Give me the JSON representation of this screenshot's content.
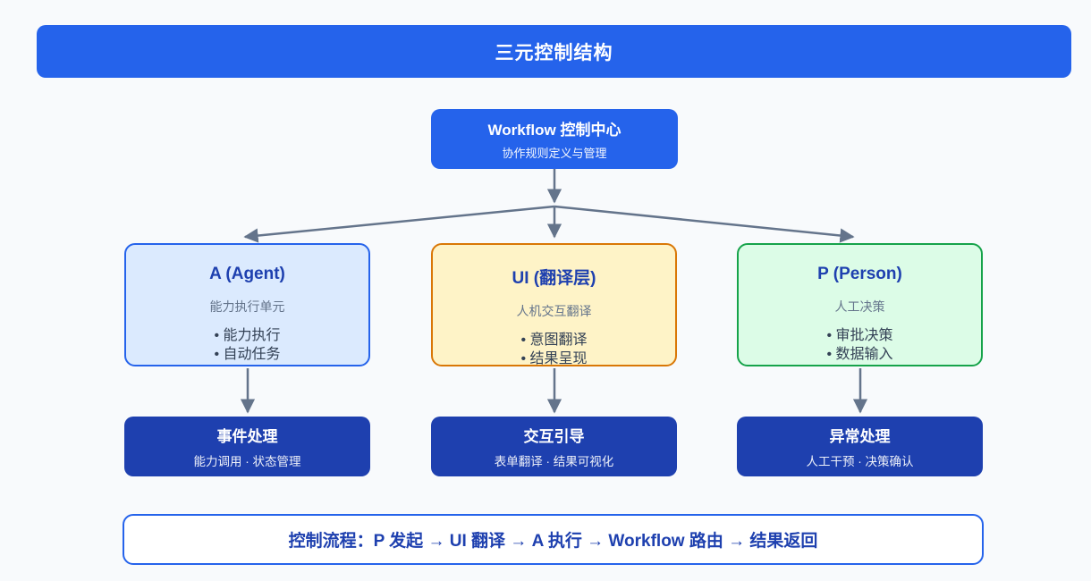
{
  "colors": {
    "background": "#f8fafc",
    "accent": "#2563eb",
    "arrow": "#64748b",
    "dark_box": "#1e40af",
    "flow_text": "#1e40af",
    "role_title": "#1e40af"
  },
  "header": {
    "title": "三元控制结构"
  },
  "control_center": {
    "title": "Workflow 控制中心",
    "subtitle": "协作规则定义与管理"
  },
  "roles": [
    {
      "title": "A (Agent)",
      "subtitle": "能力执行单元",
      "bullets": [
        "能力执行",
        "自动任务"
      ],
      "fill": "#dbeafe",
      "border": "#2563eb"
    },
    {
      "title": "UI (翻译层)",
      "subtitle": "人机交互翻译",
      "bullets": [
        "意图翻译",
        "结果呈现"
      ],
      "fill": "#fef3c7",
      "border": "#d97706"
    },
    {
      "title": "P (Person)",
      "subtitle": "人工决策",
      "bullets": [
        "审批决策",
        "数据输入"
      ],
      "fill": "#dcfce7",
      "border": "#16a34a"
    }
  ],
  "handlers": [
    {
      "title": "事件处理",
      "subtitle": "能力调用 · 状态管理"
    },
    {
      "title": "交互引导",
      "subtitle": "表单翻译 · 结果可视化"
    },
    {
      "title": "异常处理",
      "subtitle": "人工干预 · 决策确认"
    }
  ],
  "flow_bar": {
    "text": "控制流程：P 发起 → UI 翻译 → A 执行 → Workflow 路由 → 结果返回"
  }
}
